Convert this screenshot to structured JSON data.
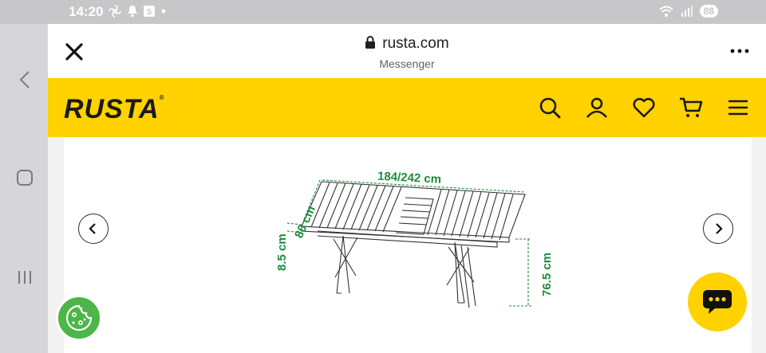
{
  "status_bar": {
    "time": "14:20",
    "battery": "88",
    "icons": [
      "pinwheel-icon",
      "bell-icon",
      "s-app-icon",
      "dot-icon",
      "wifi-icon",
      "signal-icon"
    ]
  },
  "browser": {
    "domain": "rusta.com",
    "subtitle": "Messenger",
    "icons": [
      "close-icon",
      "lock-icon",
      "more-dots-icon"
    ]
  },
  "site_header": {
    "logo": "RUSTA",
    "logo_mark": "®",
    "bg_color": "#ffd200",
    "icons": [
      "search-icon",
      "user-icon",
      "heart-icon",
      "cart-icon",
      "hamburger-icon"
    ]
  },
  "product_diagram": {
    "length_label": "184/242 cm",
    "width_label": "80 cm",
    "thickness_label": "8.5 cm",
    "height_label": "76.5 cm",
    "dimension_color": "#1e8c3a"
  },
  "carousel": {
    "prev_icon": "chevron-left-icon",
    "next_icon": "chevron-right-icon"
  },
  "floating": {
    "chat_icon": "chat-bubble-icon",
    "cookie_icon": "cookie-icon"
  }
}
